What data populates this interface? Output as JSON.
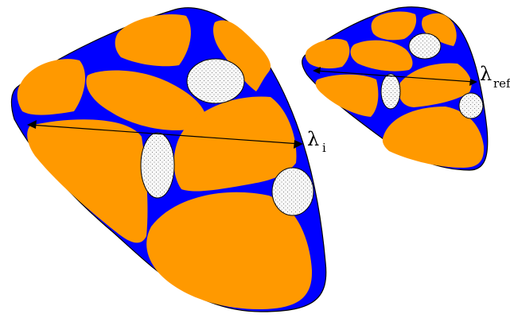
{
  "labels": {
    "large_symbol": "λ",
    "large_subscript": "i",
    "small_symbol": "λ",
    "small_subscript": "ref"
  },
  "colors": {
    "matrix": "#0000ff",
    "grain": "#ff9900",
    "pore_fill": "#f8f8f8",
    "pore_dot": "#666666",
    "outline": "#000000"
  }
}
